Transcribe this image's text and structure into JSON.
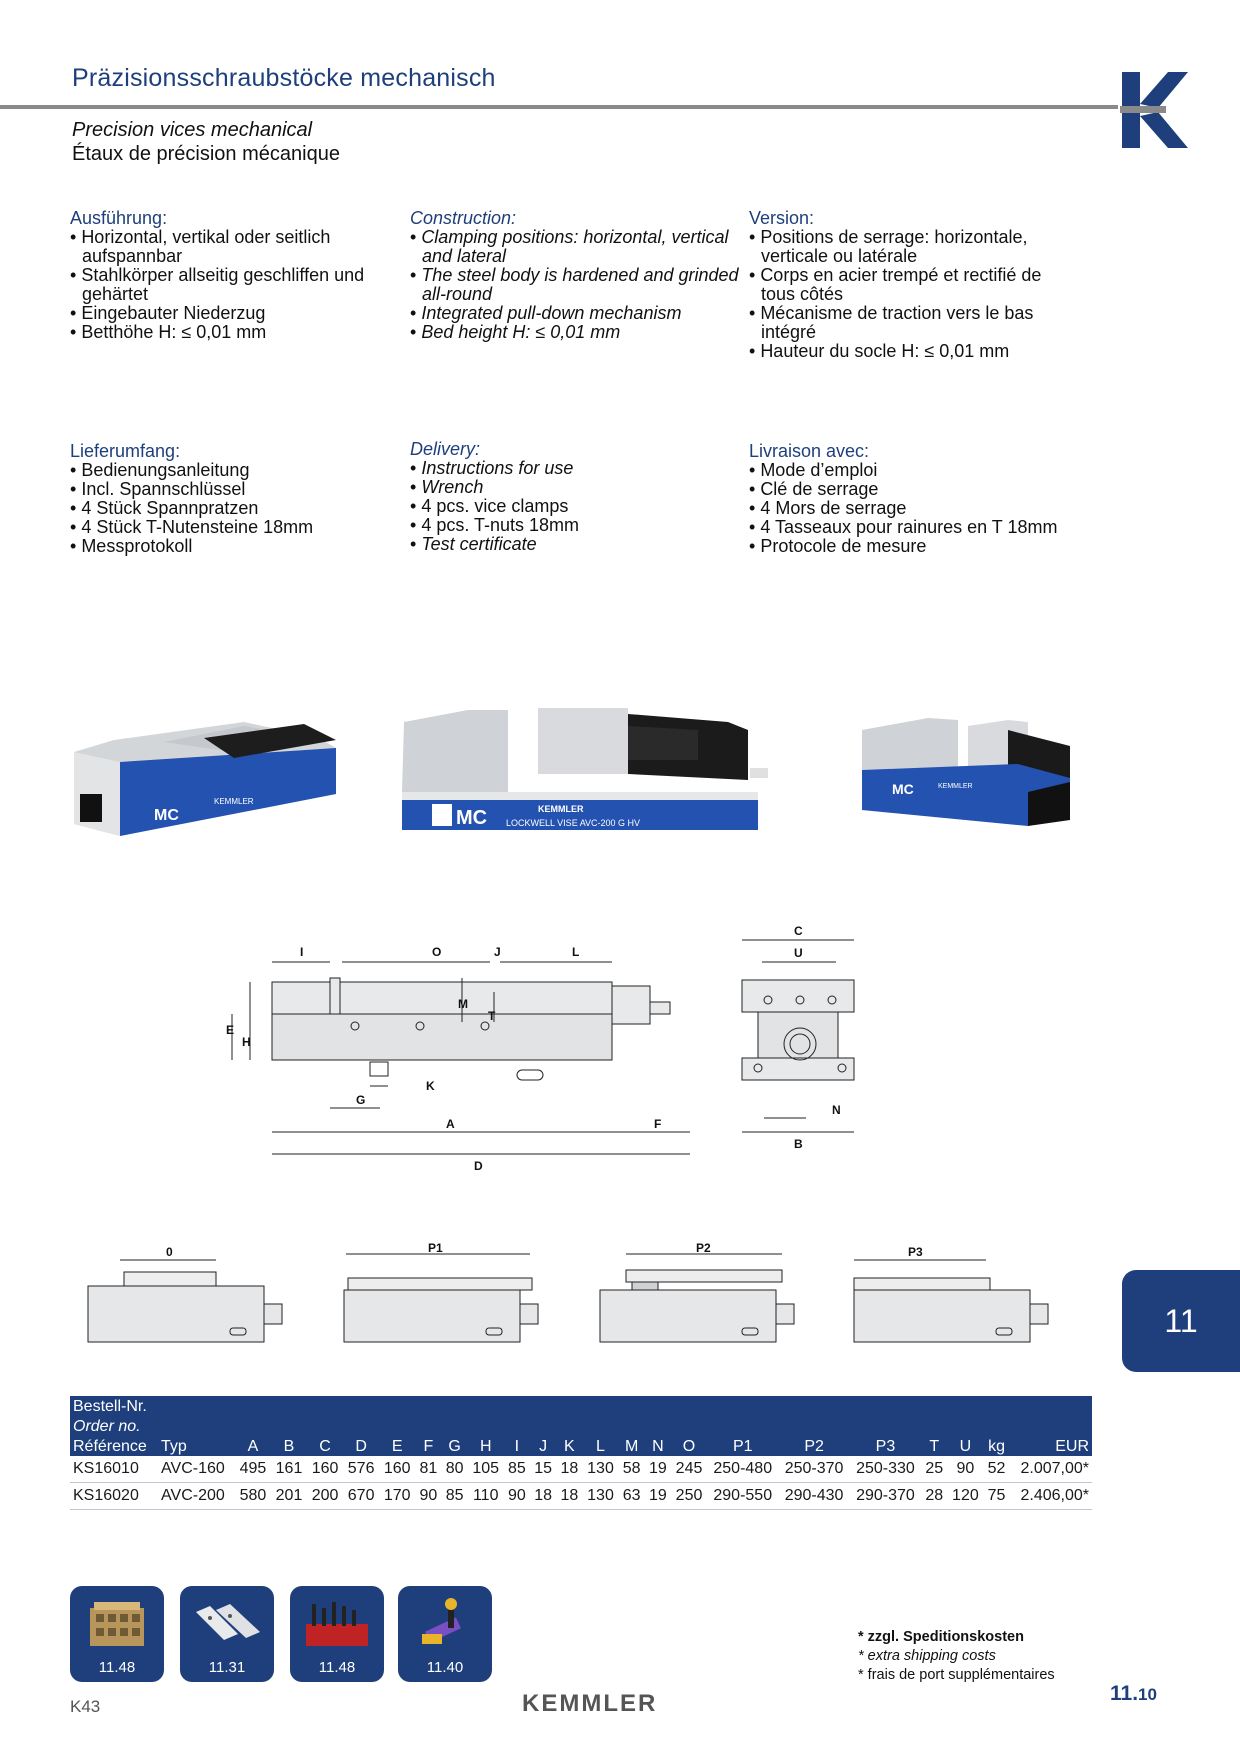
{
  "header": {
    "title_de": "Präzisionsschraubstöcke mechanisch",
    "title_en": "Precision vices mechanical",
    "title_fr": "Étaux de précision mécanique"
  },
  "construction": {
    "de": {
      "heading": "Ausführung:",
      "items": [
        "Horizontal, vertikal oder seitlich aufspannbar",
        "Stahlkörper allseitig geschliffen und gehärtet",
        "Eingebauter Niederzug",
        "Betthöhe H: ≤ 0,01 mm"
      ]
    },
    "en": {
      "heading": "Construction:",
      "items": [
        "Clamping positions: horizontal, vertical and lateral",
        "The steel body is hardened and grinded all-round",
        "Integrated pull-down mechanism",
        "Bed height H: ≤ 0,01 mm"
      ]
    },
    "fr": {
      "heading": "Version:",
      "items": [
        "Positions de serrage: horizontale, verticale ou latérale",
        "Corps en acier trempé et rectifié de tous côtés",
        "Mécanisme de traction vers le bas intégré",
        "Hauteur du socle H: ≤ 0,01 mm"
      ]
    }
  },
  "delivery": {
    "de": {
      "heading": "Lieferumfang:",
      "items": [
        "Bedienungsanleitung",
        "Incl. Spannschlüssel",
        "4 Stück Spannpratzen",
        "4 Stück T-Nutensteine 18mm",
        "Messprotokoll"
      ]
    },
    "en": {
      "heading": "Delivery:",
      "items": [
        "Instructions for use",
        "Wrench",
        "4 pcs. vice clamps",
        "4 pcs. T-nuts 18mm",
        "Test certificate"
      ]
    },
    "fr": {
      "heading": "Livraison avec:",
      "items": [
        "Mode d’emploi",
        "Clé de serrage",
        "4 Mors de serrage",
        "4 Tasseaux pour rainures en T 18mm",
        "Protocole de mesure"
      ]
    }
  },
  "product_photos": {
    "label_mc": "MC",
    "label_brand": "KEMMLER",
    "label_model": "LOCKWELL VISE AVC-200 G HV"
  },
  "dimension_labels": {
    "side": [
      "I",
      "O",
      "J",
      "L",
      "M",
      "T",
      "E",
      "H",
      "G",
      "K",
      "A",
      "F",
      "D"
    ],
    "front": [
      "C",
      "U",
      "N",
      "B"
    ],
    "positions": [
      "0",
      "P1",
      "P2",
      "P3"
    ]
  },
  "section_tab": "11",
  "table": {
    "head1": "Bestell-Nr.",
    "head2": "Order no.",
    "head3": "Référence",
    "columns": [
      "Typ",
      "A",
      "B",
      "C",
      "D",
      "E",
      "F",
      "G",
      "H",
      "I",
      "J",
      "K",
      "L",
      "M",
      "N",
      "O",
      "P1",
      "P2",
      "P3",
      "T",
      "U",
      "kg",
      "EUR"
    ],
    "rows": [
      [
        "KS16010",
        "AVC-160",
        "495",
        "161",
        "160",
        "576",
        "160",
        "81",
        "80",
        "105",
        "85",
        "15",
        "18",
        "130",
        "58",
        "19",
        "245",
        "250-480",
        "250-370",
        "250-330",
        "25",
        "90",
        "52",
        "2.007,00*"
      ],
      [
        "KS16020",
        "AVC-200",
        "580",
        "201",
        "200",
        "670",
        "170",
        "90",
        "85",
        "110",
        "90",
        "18",
        "18",
        "130",
        "63",
        "19",
        "250",
        "290-550",
        "290-430",
        "290-370",
        "28",
        "120",
        "75",
        "2.406,00*"
      ]
    ]
  },
  "accessories": [
    {
      "label": "11.48",
      "icon": "tnut-box-icon"
    },
    {
      "label": "11.31",
      "icon": "jaws-icon"
    },
    {
      "label": "11.48",
      "icon": "clamping-kit-icon"
    },
    {
      "label": "11.40",
      "icon": "wrench-icon"
    }
  ],
  "footnotes": {
    "de": "* zzgl. Speditionskosten",
    "en": "* extra shipping costs",
    "fr": "* frais de port supplémentaires"
  },
  "footer": {
    "catalog": "K43",
    "brand": "KEMMLER",
    "page_main": "11.",
    "page_sub": "10"
  },
  "colors": {
    "brand_blue": "#1e3f7c",
    "rule_gray": "#8a8a8a"
  }
}
